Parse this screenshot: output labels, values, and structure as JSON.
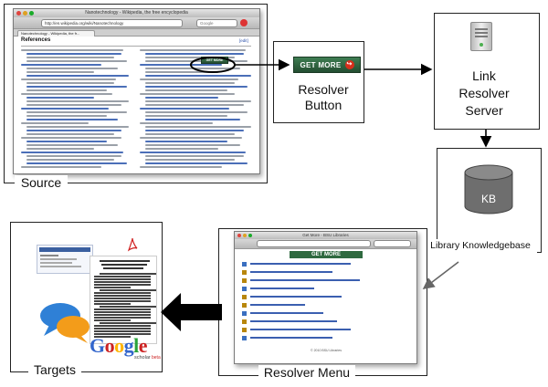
{
  "labels": {
    "source": "Source",
    "resolver_button": "Resolver Button",
    "link_resolver_server": "Link Resolver Server",
    "library_kb": "Library Knowledgebase",
    "resolver_menu": "Resolver Menu",
    "targets": "Targets",
    "kb": "KB"
  },
  "source_window": {
    "title": "Nanotechnology - Wikipedia, the free encyclopedia",
    "url": "http://en.wikipedia.org/wiki/Nanotechnology",
    "search": "Google",
    "tab": "Nanotechnology - Wikipedia, the fr...",
    "heading": "References",
    "edit": "[edit]"
  },
  "get_more_button": {
    "label": "GET MORE"
  },
  "menu_window": {
    "title": "Get More - BSU Libraries",
    "banner": "GET MORE",
    "footer": "© 2010 BSU Libraries"
  },
  "targets": {
    "google_main": "Google",
    "google_sub": "scholar",
    "google_beta": "beta"
  },
  "colors": {
    "arrow": "#000000",
    "kb_cylinder": "#6e6e6e",
    "button_green": "#2f6a40"
  }
}
